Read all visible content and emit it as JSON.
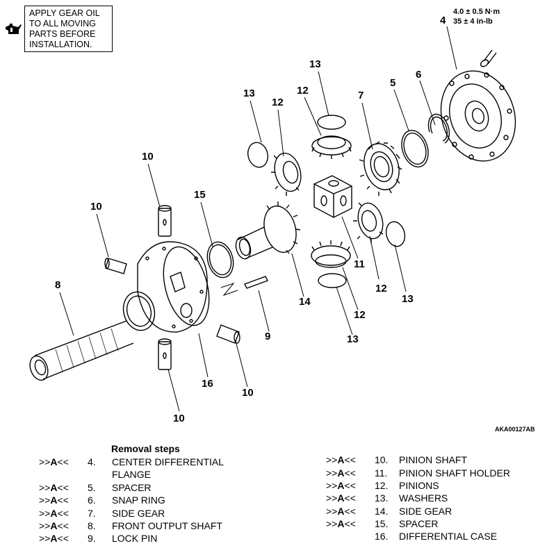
{
  "note": {
    "lines": [
      "APPLY GEAR OIL",
      "TO ALL MOVING",
      "PARTS BEFORE",
      "INSTALLATION."
    ],
    "icon": "oil-can-icon"
  },
  "torque": {
    "metric": "4.0 ± 0.5 N·m",
    "imperial": "35 ± 4 in-lb"
  },
  "callouts": [
    "4",
    "13",
    "12",
    "12",
    "13",
    "7",
    "5",
    "6",
    "10",
    "10",
    "15",
    "8",
    "14",
    "11",
    "12",
    "13",
    "12",
    "13",
    "9",
    "16",
    "10",
    "10"
  ],
  "diagram_code": "AKA00127AB",
  "removal": {
    "title": "Removal steps",
    "left": [
      {
        "mark": ">>A<<",
        "num": "4.",
        "label": [
          "CENTER DIFFERENTIAL",
          "FLANGE"
        ]
      },
      {
        "mark": ">>A<<",
        "num": "5.",
        "label": [
          "SPACER"
        ]
      },
      {
        "mark": ">>A<<",
        "num": "6.",
        "label": [
          "SNAP RING"
        ]
      },
      {
        "mark": ">>A<<",
        "num": "7.",
        "label": [
          "SIDE GEAR"
        ]
      },
      {
        "mark": ">>A<<",
        "num": "8.",
        "label": [
          "FRONT OUTPUT SHAFT"
        ]
      },
      {
        "mark": ">>A<<",
        "num": "9.",
        "label": [
          "LOCK PIN"
        ]
      }
    ],
    "right": [
      {
        "mark": ">>A<<",
        "num": "10.",
        "label": [
          "PINION SHAFT"
        ]
      },
      {
        "mark": ">>A<<",
        "num": "11.",
        "label": [
          "PINION SHAFT HOLDER"
        ]
      },
      {
        "mark": ">>A<<",
        "num": "12.",
        "label": [
          "PINIONS"
        ]
      },
      {
        "mark": ">>A<<",
        "num": "13.",
        "label": [
          "WASHERS"
        ]
      },
      {
        "mark": ">>A<<",
        "num": "14.",
        "label": [
          "SIDE GEAR"
        ]
      },
      {
        "mark": ">>A<<",
        "num": "15.",
        "label": [
          "SPACER"
        ]
      },
      {
        "mark": "",
        "num": "16.",
        "label": [
          "DIFFERENTIAL CASE"
        ]
      }
    ]
  }
}
